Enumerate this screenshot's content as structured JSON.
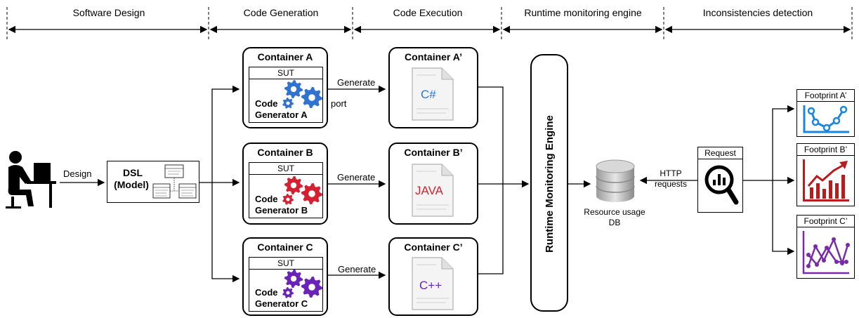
{
  "phases": [
    {
      "label": "Software Design"
    },
    {
      "label": "Code Generation"
    },
    {
      "label": "Code Execution"
    },
    {
      "label": "Runtime monitoring engine"
    },
    {
      "label": "Inconsistencies detection"
    }
  ],
  "design": {
    "label": "Design"
  },
  "dsl": {
    "line1": "DSL",
    "line2": "(Model)"
  },
  "containers": [
    {
      "title": "Container A",
      "sut": "SUT",
      "gen1": "Code",
      "gen2": "Generator A",
      "gear_color": "#2f73d1"
    },
    {
      "title": "Container B",
      "sut": "SUT",
      "gen1": "Code",
      "gen2": "Generator B",
      "gear_color": "#d42030"
    },
    {
      "title": "Container C",
      "sut": "SUT",
      "gen1": "Code",
      "gen2": "Generator C",
      "gear_color": "#6a22b8"
    }
  ],
  "edges": {
    "generate": "Generate",
    "port": "port",
    "http1": "HTTP",
    "http2": "requests"
  },
  "exec": [
    {
      "title": "Container A’",
      "lang": "C#",
      "lang_color": "#2f73d1"
    },
    {
      "title": "Container B’",
      "lang": "JAVA",
      "lang_color": "#d42030"
    },
    {
      "title": "Container C’",
      "lang": "C++",
      "lang_color": "#6a22b8"
    }
  ],
  "engine": {
    "label": "Runtime Monitoring Engine"
  },
  "db": {
    "line1": "Resource usage",
    "line2": "DB"
  },
  "request": {
    "label": "Request"
  },
  "footprints": [
    {
      "label": "Footprint A’",
      "color": "#1a86e0"
    },
    {
      "label": "Footprint B’",
      "color": "#b81c1c"
    },
    {
      "label": "Footprint C’",
      "color": "#7a2aa8"
    }
  ]
}
